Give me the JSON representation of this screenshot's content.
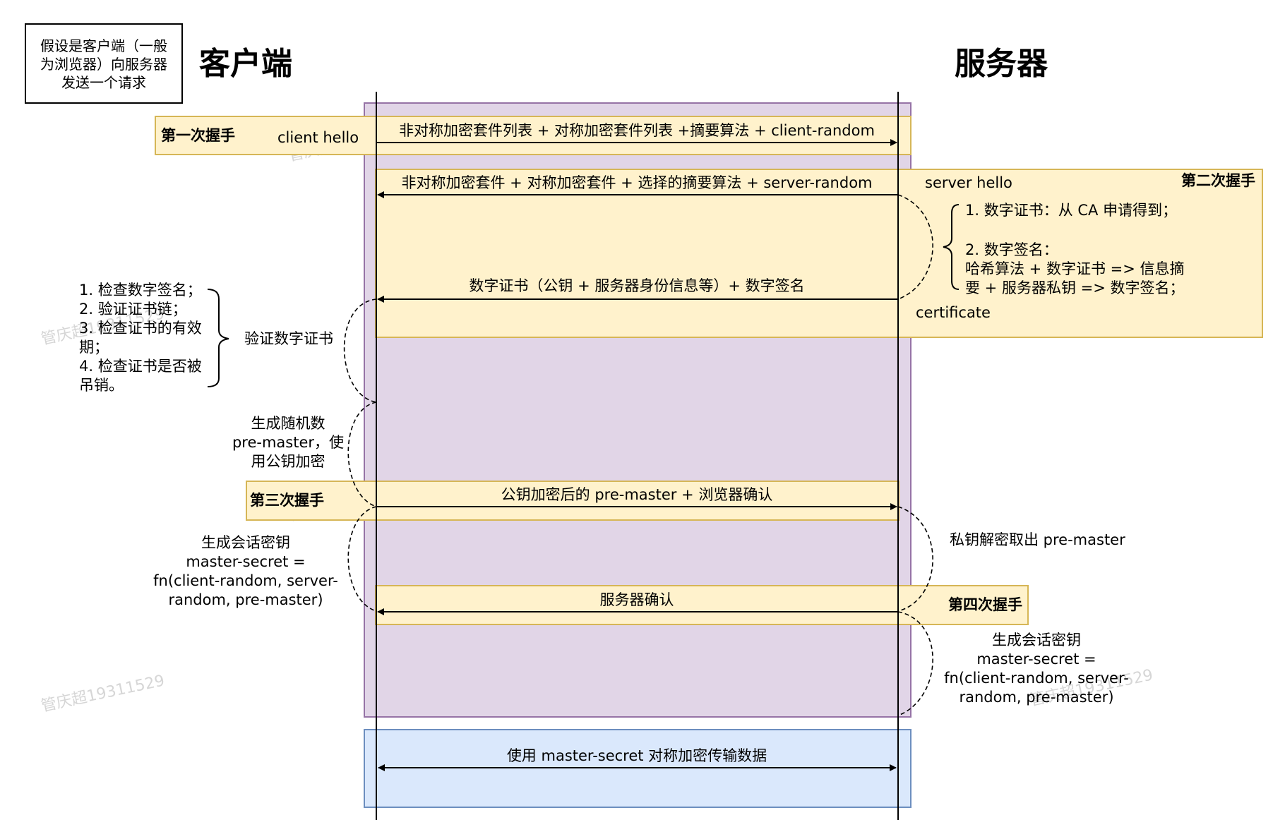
{
  "note": [
    "假设是客户端（一般",
    "为浏览器）向服务器",
    "发送一个请求"
  ],
  "titles": {
    "client": "客户端",
    "server": "服务器"
  },
  "handshakes": {
    "first": "第一次握手",
    "second": "第二次握手",
    "third": "第三次握手",
    "fourth": "第四次握手"
  },
  "messages": {
    "client_hello": "client hello",
    "m1": "非对称加密套件列表 + 对称加密套件列表 +摘要算法 + client-random",
    "server_hello": "server hello",
    "m2": "非对称加密套件 + 对称加密套件 + 选择的摘要算法 + server-random",
    "m3": "数字证书（公钥 + 服务器身份信息等）+ 数字签名",
    "certificate": "certificate",
    "m4": "公钥加密后的 pre-master + 浏览器确认",
    "m5": "服务器确认",
    "m6": "使用 master-secret 对称加密传输数据"
  },
  "server_notes": {
    "cert_steps": [
      "1. 数字证书：从 CA 申请得到；",
      "",
      "2. 数字签名：",
      "哈希算法 + 数字证书 => 信息摘",
      "要 + 服务器私钥 => 数字签名；"
    ],
    "decrypt": "私钥解密取出 pre-master",
    "session_key": [
      "生成会话密钥",
      "master-secret =",
      "fn(client-random, server-",
      "random, pre-master)"
    ]
  },
  "client_notes": {
    "verify_steps": [
      "1. 检查数字签名；",
      "2. 验证证书链；",
      "3. 检查证书的有效",
      "期；",
      "4. 检查证书是否被",
      "吊销。"
    ],
    "verify_label": "验证数字证书",
    "random": [
      "生成随机数",
      "pre-master，使",
      "用公钥加密"
    ],
    "session_key": [
      "生成会话密钥",
      "master-secret =",
      "fn(client-random, server-",
      "random, pre-master)"
    ]
  },
  "watermark": "管庆超19311529",
  "colors": {
    "purple_fill": "#e1d5e7",
    "purple_stroke": "#9673a6",
    "yellow_fill": "#fff2cc",
    "yellow_stroke": "#d6b656",
    "blue_fill": "#dae8fc",
    "blue_stroke": "#6c8ebf"
  }
}
